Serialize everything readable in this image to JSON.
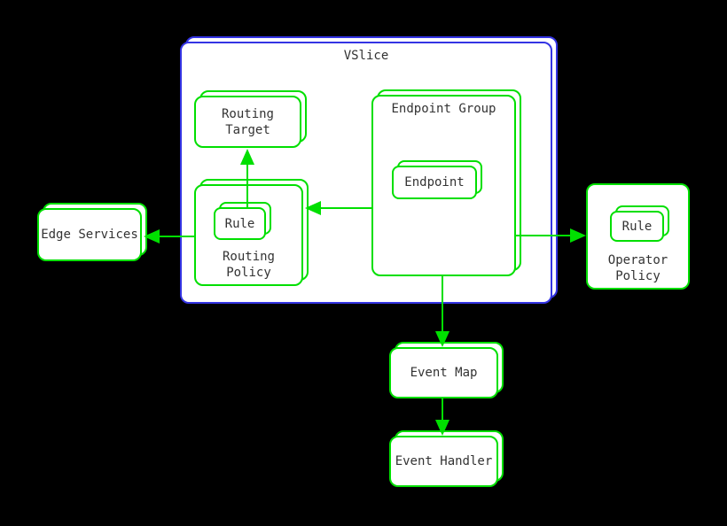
{
  "diagram": {
    "title": "VSlice",
    "nodes": {
      "vslice": {
        "label": "VSlice",
        "type": "container",
        "stacked": true
      },
      "routing_target": {
        "label": "Routing Target",
        "stacked": true
      },
      "routing_policy": {
        "label": "Routing Policy",
        "stacked": true
      },
      "routing_policy_rule": {
        "label": "Rule",
        "stacked": true
      },
      "endpoint_group": {
        "label": "Endpoint Group",
        "stacked": true
      },
      "endpoint": {
        "label": "Endpoint",
        "stacked": true
      },
      "edge_services": {
        "label": "Edge Services",
        "stacked": true
      },
      "operator_policy": {
        "label": "Operator Policy",
        "stacked": false
      },
      "operator_policy_rule": {
        "label": "Rule",
        "stacked": true
      },
      "event_map": {
        "label": "Event Map",
        "stacked": true
      },
      "event_handler": {
        "label": "Event Handler",
        "stacked": true
      }
    },
    "edges": [
      {
        "from": "routing_policy_rule",
        "to": "routing_target",
        "direction": "up"
      },
      {
        "from": "endpoint_group",
        "to": "routing_policy",
        "direction": "left"
      },
      {
        "from": "routing_policy",
        "to": "edge_services",
        "direction": "left"
      },
      {
        "from": "endpoint_group",
        "to": "operator_policy",
        "direction": "right"
      },
      {
        "from": "endpoint_group",
        "to": "event_map",
        "direction": "down"
      },
      {
        "from": "event_map",
        "to": "event_handler",
        "direction": "down"
      }
    ],
    "colors": {
      "background": "#000000",
      "node_border": "#00df00",
      "container_border": "#3434e4",
      "node_fill": "#ffffff",
      "text": "#333333",
      "arrow": "#00df00"
    }
  }
}
